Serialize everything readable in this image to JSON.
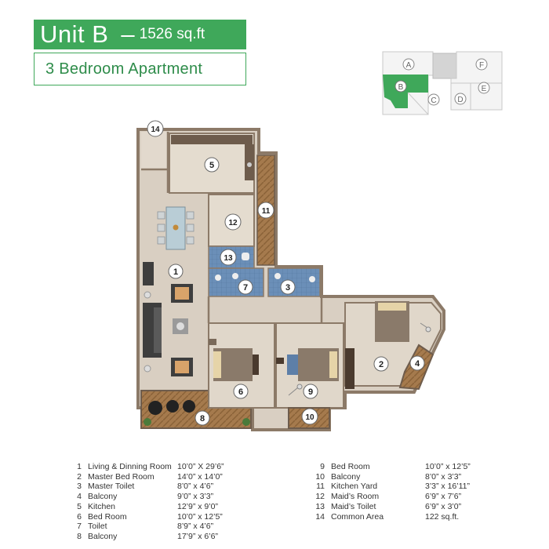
{
  "header": {
    "unit_title": "Unit B",
    "separator": "–",
    "area": "1526 sq.ft",
    "subtitle": "3 Bedroom Apartment"
  },
  "keyplan": {
    "units": [
      "A",
      "B",
      "C",
      "D",
      "E",
      "F"
    ],
    "highlight_unit": "B",
    "highlight_color": "#3fa85a"
  },
  "plan": {
    "room_markers": [
      "1",
      "2",
      "3",
      "4",
      "5",
      "6",
      "7",
      "8",
      "9",
      "10",
      "11",
      "12",
      "13",
      "14"
    ],
    "colors": {
      "floor": "#d9cfc2",
      "wall": "#8c7a68",
      "toilet": "#5d7fa8",
      "balcony": "#b08a5f",
      "accent": "#3fa85a"
    }
  },
  "legend": {
    "left": [
      {
        "no": "1",
        "name": "Living & Dinning Room",
        "dim": "10’0” X 29’6”"
      },
      {
        "no": "2",
        "name": "Master Bed Room",
        "dim": "14’0” x 14’0”"
      },
      {
        "no": "3",
        "name": "Master Toilet",
        "dim": "8’0” x 4’6”"
      },
      {
        "no": "4",
        "name": "Balcony",
        "dim": "9’0” x 3’3”"
      },
      {
        "no": "5",
        "name": "Kitchen",
        "dim": "12’9” x 9’0”"
      },
      {
        "no": "6",
        "name": "Bed Room",
        "dim": "10’0” x 12’5”"
      },
      {
        "no": "7",
        "name": "Toilet",
        "dim": "8’9” x 4’6”"
      },
      {
        "no": "8",
        "name": "Balcony",
        "dim": "17’9” x 6’6”"
      }
    ],
    "right": [
      {
        "no": "9",
        "name": "Bed Room",
        "dim": "10’0” x 12’5”"
      },
      {
        "no": "10",
        "name": "Balcony",
        "dim": "8’0” x 3’3”"
      },
      {
        "no": "11",
        "name": "Kitchen Yard",
        "dim": "3’3” x 16’11”"
      },
      {
        "no": "12",
        "name": "Maid’s Room",
        "dim": "6’9” x 7’6”"
      },
      {
        "no": "13",
        "name": "Maid’s Toilet",
        "dim": "6’9” x 3’0”"
      },
      {
        "no": "14",
        "name": "Common Area",
        "dim": "122 sq.ft."
      }
    ]
  }
}
